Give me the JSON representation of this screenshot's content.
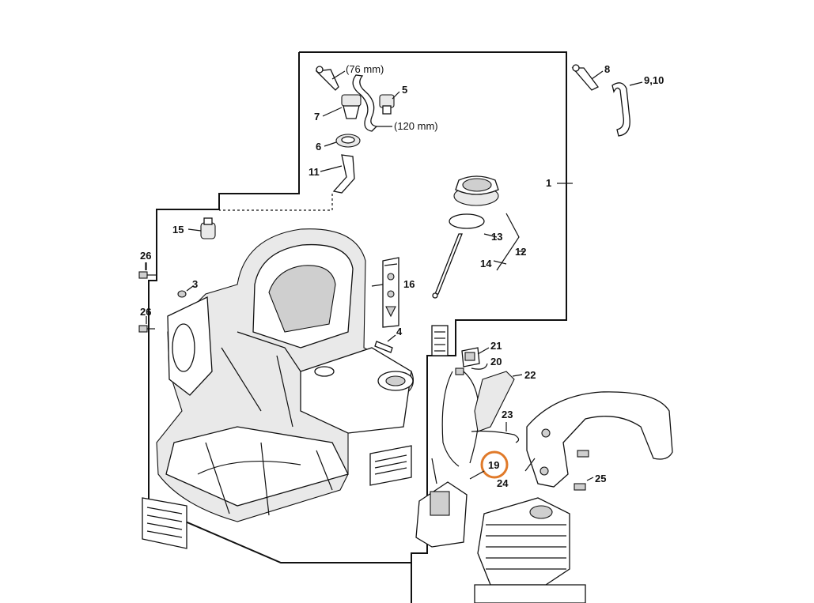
{
  "diagram": {
    "highlight_color": "#e07a2a",
    "line_color": "#111111",
    "callouts": {
      "c1": "1",
      "c3": "3",
      "c4": "4",
      "c5": "5",
      "c6": "6",
      "c7": "7",
      "c8": "8",
      "c910": "9,10",
      "c11": "11",
      "c12": "12",
      "c13": "13",
      "c14": "14",
      "c15": "15",
      "c16": "16",
      "c19": "19",
      "c20": "20",
      "c21": "21",
      "c22": "22",
      "c23": "23",
      "c24": "24",
      "c25": "25",
      "c26a": "26",
      "c26b": "26"
    },
    "dimensions": {
      "d76": "(76 mm)",
      "d120": "(120 mm)"
    }
  }
}
